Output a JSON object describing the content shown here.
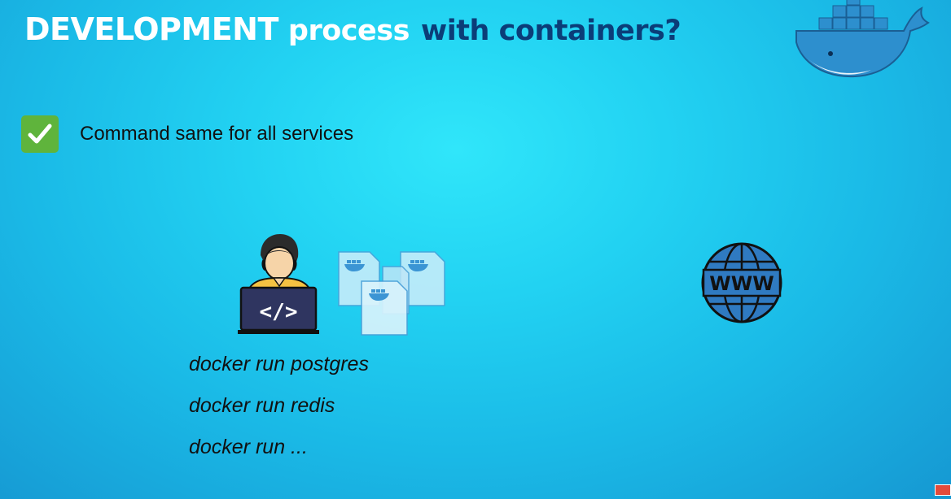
{
  "slide": {
    "title": {
      "part1": "DEVELOPMENT",
      "part2": "process",
      "part3": "with containers?"
    },
    "checklist": [
      {
        "label": "Command same for all services",
        "checked": true
      }
    ],
    "commands": [
      "docker run postgres",
      "docker run redis",
      "docker run ..."
    ],
    "globe_text": "WWW",
    "developer_icon": "developer-laptop-code-icon",
    "containers_icon": "docker-image-files-icon",
    "globe_icon": "globe-www-icon",
    "logo_icon": "docker-whale-logo-icon",
    "colors": {
      "title_primary": "#ffffff",
      "title_accent": "#0b3d78",
      "check_green": "#5fb43c",
      "docker_blue": "#2d8fce",
      "globe_blue": "#2f7ac1"
    }
  }
}
